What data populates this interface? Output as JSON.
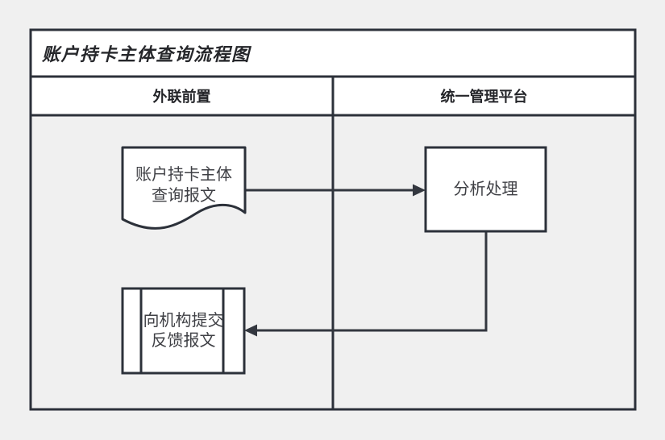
{
  "diagram": {
    "title": "账户持卡主体查询流程图",
    "lanes": [
      {
        "label": "外联前置"
      },
      {
        "label": "统一管理平台"
      }
    ],
    "nodes": [
      {
        "id": "query-message-document",
        "type": "document",
        "shape": "document (wavy bottom)",
        "label": "账户持卡主体\n查询报文",
        "lane": "外联前置"
      },
      {
        "id": "analyze-process",
        "type": "process",
        "shape": "rectangle",
        "label": "分析处理",
        "lane": "统一管理平台"
      },
      {
        "id": "feedback-predefined-process",
        "type": "predefined-process",
        "shape": "rectangle with double side bars",
        "label": "向机构提交\n反馈报文",
        "lane": "外联前置"
      }
    ],
    "connectors": [
      {
        "from": "query-message-document",
        "to": "analyze-process",
        "style": "solid arrow, left to right"
      },
      {
        "from": "analyze-process",
        "to": "feedback-predefined-process",
        "style": "solid arrow, down then left"
      }
    ],
    "colors": {
      "stroke": "#2c313a",
      "canvas_background": "#f0f0f0",
      "shape_fill": "#ffffff",
      "title_text": "#26272b",
      "label_text": "#3f4045"
    }
  }
}
